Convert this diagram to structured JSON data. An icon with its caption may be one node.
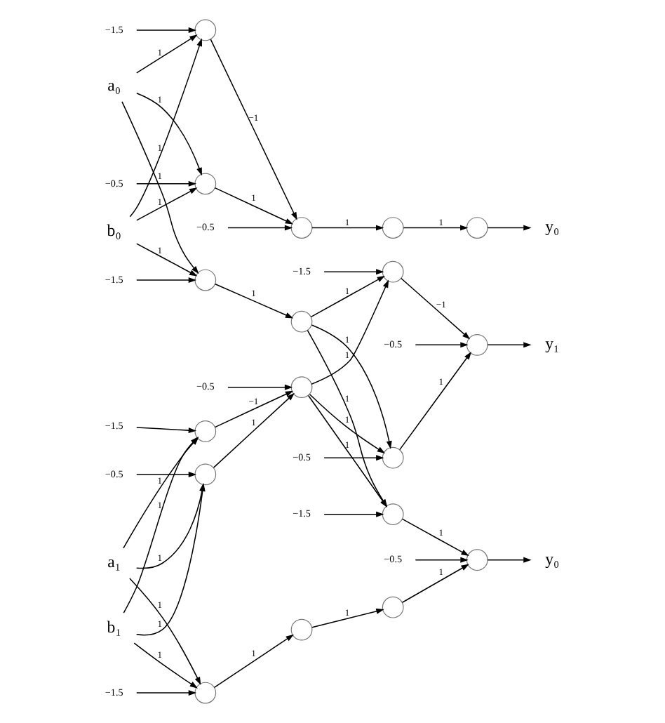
{
  "diagram": {
    "nodes": [
      {
        "text": [
          "a₀"
        ]
      },
      {
        "text": [
          "b₀"
        ]
      },
      {
        "text": [],
        "shape": "circle"
      },
      {
        "text": [
          "−1.5"
        ]
      },
      {
        "text": [],
        "shape": "circle"
      },
      {
        "text": [
          "−0.5"
        ]
      },
      {
        "text": [],
        "shape": "circle"
      },
      {
        "text": [
          "−0.5"
        ]
      },
      {
        "text": [],
        "shape": "circle"
      },
      {
        "text": [],
        "shape": "circle"
      },
      {
        "text": [
          "y₀"
        ]
      },
      {
        "text": [],
        "shape": "circle"
      },
      {
        "text": [
          "−1.5"
        ]
      },
      {
        "text": [],
        "shape": "circle"
      },
      {
        "text": [],
        "shape": "circle"
      },
      {
        "text": [
          "−1.5"
        ]
      },
      {
        "text": [],
        "shape": "circle"
      },
      {
        "text": [
          "−0.5"
        ]
      },
      {
        "text": [
          "y₁"
        ]
      },
      {
        "text": [],
        "shape": "circle"
      },
      {
        "text": [
          "−0.5"
        ]
      },
      {
        "text": [
          "a₁"
        ]
      },
      {
        "text": [
          "b₁"
        ]
      },
      {
        "text": [],
        "shape": "circle"
      },
      {
        "text": [
          "−1.5"
        ]
      },
      {
        "text": [],
        "shape": "circle"
      },
      {
        "text": [
          "−0.5"
        ]
      },
      {
        "text": [],
        "shape": "circle"
      },
      {
        "text": [
          "−0.5"
        ]
      },
      {
        "text": [],
        "shape": "circle"
      },
      {
        "text": [
          "−1.5"
        ]
      },
      {
        "text": [],
        "shape": "circle"
      },
      {
        "text": [
          "−0.5"
        ]
      },
      {
        "text": [
          "y₀"
        ]
      },
      {
        "text": [],
        "shape": "circle"
      },
      {
        "text": [
          "−1.5"
        ]
      },
      {
        "text": [],
        "shape": "circle"
      },
      {
        "text": [],
        "shape": "circle"
      }
    ],
    "edges": [
      {
        "from": 0,
        "to": 2,
        "arrow": "to",
        "label": "1"
      },
      {
        "from": 0,
        "to": 4,
        "arrow": "to",
        "label": "1"
      },
      {
        "from": 0,
        "to": 11,
        "arrow": "to",
        "label": "1"
      },
      {
        "from": 1,
        "to": 2,
        "arrow": "to",
        "label": "1"
      },
      {
        "from": 1,
        "to": 4,
        "arrow": "to",
        "label": "1"
      },
      {
        "from": 1,
        "to": 11,
        "arrow": "to",
        "label": "1"
      },
      {
        "from": 3,
        "to": 2,
        "arrow": "to"
      },
      {
        "from": 5,
        "to": 4,
        "arrow": "to"
      },
      {
        "from": 2,
        "to": 6,
        "arrow": "to",
        "label": "−1"
      },
      {
        "from": 4,
        "to": 6,
        "arrow": "to",
        "label": "1"
      },
      {
        "from": 7,
        "to": 6,
        "arrow": "to"
      },
      {
        "from": 6,
        "to": 8,
        "arrow": "to",
        "label": "1"
      },
      {
        "from": 8,
        "to": 9,
        "arrow": "to",
        "label": "1"
      },
      {
        "from": 9,
        "to": 10,
        "arrow": "to"
      },
      {
        "from": 12,
        "to": 11,
        "arrow": "to"
      },
      {
        "from": 11,
        "to": 13,
        "arrow": "to",
        "label": "1"
      },
      {
        "from": 13,
        "to": 14,
        "arrow": "to",
        "label": "1"
      },
      {
        "from": 13,
        "to": 19,
        "arrow": "to",
        "label": "1"
      },
      {
        "from": 13,
        "to": 29,
        "arrow": "to",
        "label": "1"
      },
      {
        "from": 15,
        "to": 14,
        "arrow": "to"
      },
      {
        "from": 14,
        "to": 16,
        "arrow": "to",
        "label": "−1"
      },
      {
        "from": 19,
        "to": 16,
        "arrow": "to",
        "label": "1"
      },
      {
        "from": 17,
        "to": 16,
        "arrow": "to"
      },
      {
        "from": 16,
        "to": 18,
        "arrow": "to"
      },
      {
        "from": 20,
        "to": 19,
        "arrow": "to"
      },
      {
        "from": 21,
        "to": 23,
        "arrow": "to",
        "label": "1"
      },
      {
        "from": 21,
        "to": 27,
        "arrow": "to",
        "label": "1"
      },
      {
        "from": 21,
        "to": 34,
        "arrow": "to",
        "label": "1"
      },
      {
        "from": 22,
        "to": 23,
        "arrow": "to",
        "label": "1"
      },
      {
        "from": 22,
        "to": 27,
        "arrow": "to",
        "label": "1"
      },
      {
        "from": 22,
        "to": 34,
        "arrow": "to",
        "label": "1"
      },
      {
        "from": 24,
        "to": 23,
        "arrow": "to"
      },
      {
        "from": 28,
        "to": 27,
        "arrow": "to"
      },
      {
        "from": 23,
        "to": 25,
        "arrow": "to",
        "label": "−1"
      },
      {
        "from": 27,
        "to": 25,
        "arrow": "to",
        "label": "1"
      },
      {
        "from": 26,
        "to": 25,
        "arrow": "to"
      },
      {
        "from": 25,
        "to": 14,
        "arrow": "to",
        "label": "1"
      },
      {
        "from": 25,
        "to": 19,
        "arrow": "to",
        "label": "1"
      },
      {
        "from": 25,
        "to": 29,
        "arrow": "to",
        "label": "1"
      },
      {
        "from": 30,
        "to": 29,
        "arrow": "to"
      },
      {
        "from": 29,
        "to": 31,
        "arrow": "to",
        "label": "1"
      },
      {
        "from": 32,
        "to": 31,
        "arrow": "to"
      },
      {
        "from": 31,
        "to": 33,
        "arrow": "to"
      },
      {
        "from": 35,
        "to": 34,
        "arrow": "to"
      },
      {
        "from": 34,
        "to": 36,
        "arrow": "to",
        "label": "1"
      },
      {
        "from": 36,
        "to": 37,
        "arrow": "to",
        "label": "1"
      },
      {
        "from": 37,
        "to": 31,
        "arrow": "to",
        "label": "1"
      }
    ]
  }
}
